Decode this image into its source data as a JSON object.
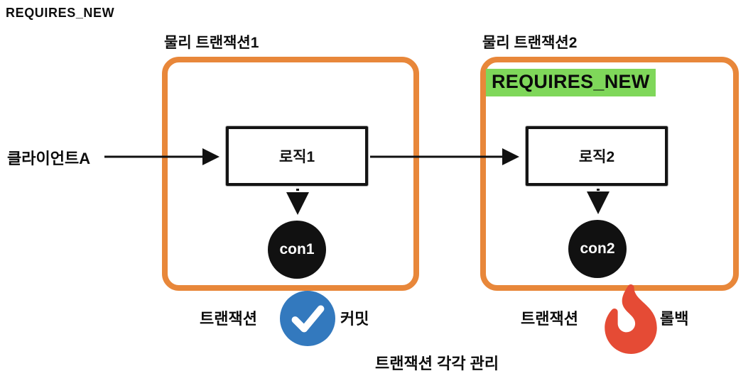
{
  "page": {
    "corner_label": "REQUIRES_NEW",
    "bottom_caption": "트랜잭션 각각 관리"
  },
  "client": {
    "label": "클라이언트A"
  },
  "transaction1": {
    "title": "물리 트랜잭션1",
    "logic_label": "로직1",
    "connection_label": "con1",
    "result_prefix": "트랜잭션",
    "result_suffix": "커밋",
    "result_icon": "check-circle-icon"
  },
  "transaction2": {
    "title": "물리 트랜잭션2",
    "badge": "REQUIRES_NEW",
    "logic_label": "로직2",
    "connection_label": "con2",
    "result_prefix": "트랜잭션",
    "result_suffix": "롤백",
    "result_icon": "fire-icon"
  },
  "colors": {
    "box_border_orange": "#E8873A",
    "badge_green": "#7FD75A",
    "commit_blue": "#3379BE",
    "rollback_red": "#E54B35",
    "connection_black": "#111111",
    "check_white": "#ffffff"
  }
}
